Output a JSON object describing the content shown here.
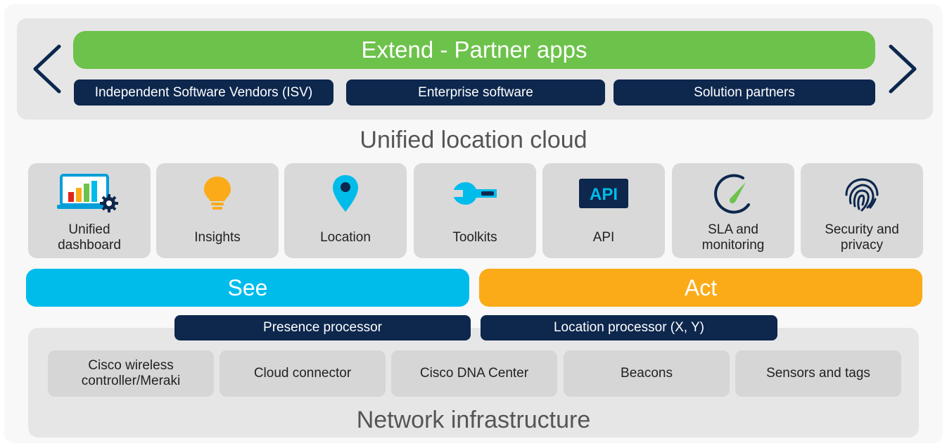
{
  "colors": {
    "green": "#6cc24a",
    "navy": "#0d274d",
    "cyan": "#00bceb",
    "orange": "#fbab18",
    "tile_gray": "#d9d9d9",
    "panel_gray": "#e6e6e6"
  },
  "extend": {
    "title": "Extend - Partner apps",
    "partners": [
      "Independent Software Vendors (ISV)",
      "Enterprise software",
      "Solution partners"
    ],
    "prev_icon": "chevron-left-icon",
    "next_icon": "chevron-right-icon"
  },
  "cloud": {
    "title": "Unified location cloud",
    "tiles": [
      {
        "label": "Unified\ndashboard",
        "icon": "dashboard-gear-icon"
      },
      {
        "label": "Insights",
        "icon": "lightbulb-icon"
      },
      {
        "label": "Location",
        "icon": "location-pin-icon"
      },
      {
        "label": "Toolkits",
        "icon": "wrench-icon"
      },
      {
        "label": "API",
        "icon": "api-icon",
        "icon_text": "API"
      },
      {
        "label": "SLA and\nmonitoring",
        "icon": "gauge-icon"
      },
      {
        "label": "Security and\nprivacy",
        "icon": "fingerprint-icon"
      }
    ]
  },
  "see": {
    "label": "See"
  },
  "act": {
    "label": "Act"
  },
  "processors": {
    "presence": "Presence processor",
    "location": "Location processor (X, Y)"
  },
  "network": {
    "title": "Network infrastructure",
    "items": [
      "Cisco wireless\ncontroller/Meraki",
      "Cloud connector",
      "Cisco DNA Center",
      "Beacons",
      "Sensors and tags"
    ]
  }
}
